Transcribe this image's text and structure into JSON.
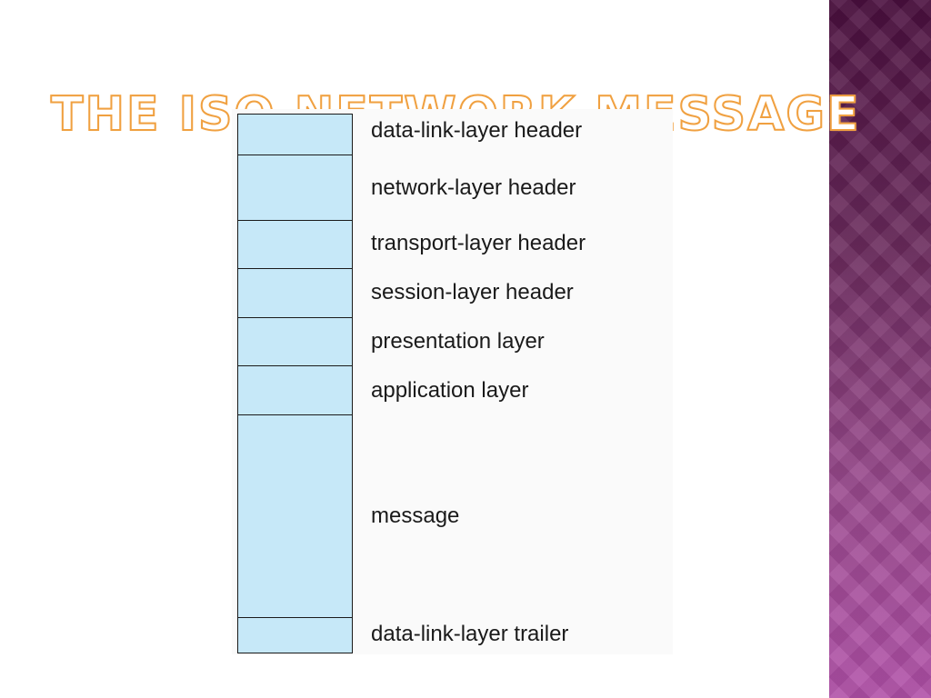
{
  "slide": {
    "title": "THE ISO NETWORK MESSAGE",
    "accent_color": "#f0a040",
    "strip_colors": [
      "#4a0f3e",
      "#b150a8"
    ]
  },
  "diagram": {
    "block_color": "#c6e8f8",
    "layers": [
      {
        "label": "data-link-layer header"
      },
      {
        "label": "network-layer header"
      },
      {
        "label": "transport-layer header"
      },
      {
        "label": "session-layer header"
      },
      {
        "label": "presentation layer"
      },
      {
        "label": "application layer"
      },
      {
        "label": "message"
      },
      {
        "label": "data-link-layer trailer"
      }
    ]
  }
}
